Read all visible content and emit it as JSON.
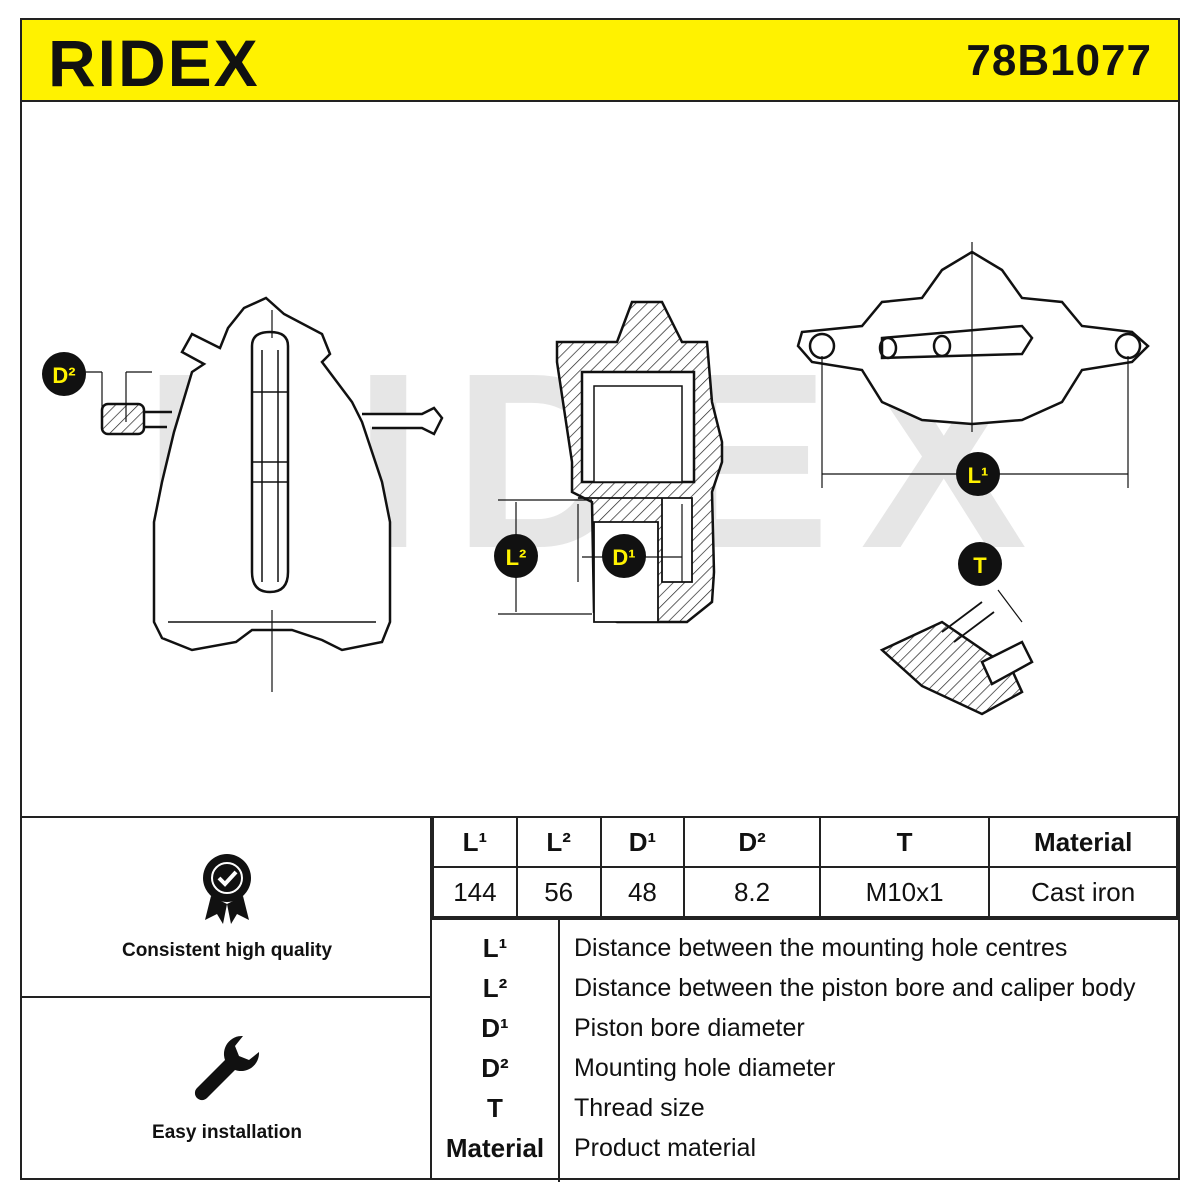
{
  "header": {
    "brand": "RIDEX",
    "part_number": "78B1077",
    "background_color": "#fff200"
  },
  "drawing": {
    "watermark": "RIDEX",
    "labels": {
      "d2": "D²",
      "l2": "L²",
      "d1": "D¹",
      "l1": "L¹",
      "t": "T"
    }
  },
  "features": [
    {
      "icon": "quality-badge-icon",
      "label": "Consistent high quality"
    },
    {
      "icon": "wrench-icon",
      "label": "Easy installation"
    }
  ],
  "spec_table": {
    "headers": [
      "L¹",
      "L²",
      "D¹",
      "D²",
      "T",
      "Material"
    ],
    "values": [
      "144",
      "56",
      "48",
      "8.2",
      "M10x1",
      "Cast iron"
    ]
  },
  "legend": [
    {
      "key": "L¹",
      "desc": "Distance between the mounting hole centres"
    },
    {
      "key": "L²",
      "desc": "Distance between the piston bore and caliper body"
    },
    {
      "key": "D¹",
      "desc": "Piston bore diameter"
    },
    {
      "key": "D²",
      "desc": "Mounting hole diameter"
    },
    {
      "key": "T",
      "desc": "Thread size"
    },
    {
      "key": "Material",
      "desc": "Product material"
    }
  ]
}
